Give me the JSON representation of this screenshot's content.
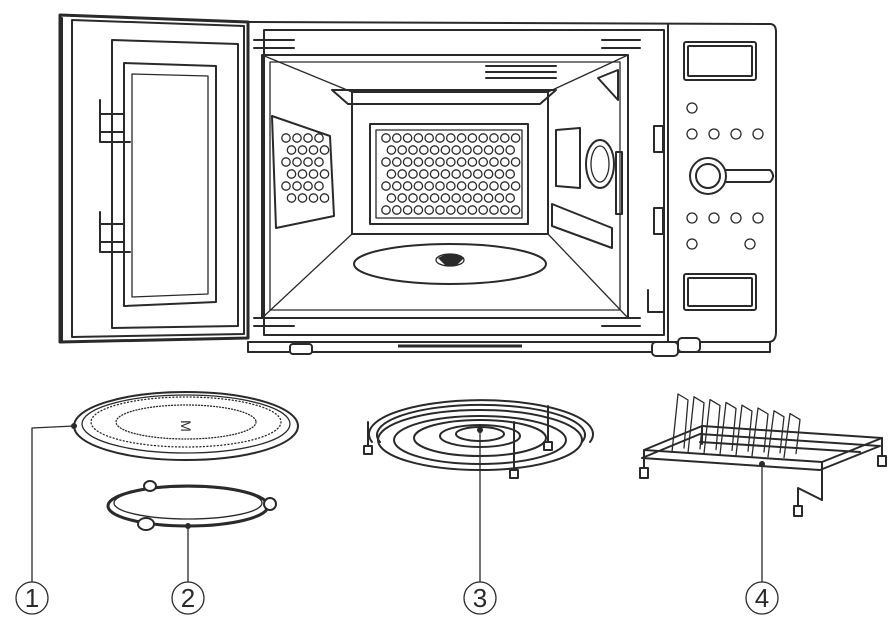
{
  "callouts": [
    {
      "id": "1",
      "label": "1"
    },
    {
      "id": "2",
      "label": "2"
    },
    {
      "id": "3",
      "label": "3"
    },
    {
      "id": "4",
      "label": "4"
    }
  ],
  "turntable_marking": "M"
}
